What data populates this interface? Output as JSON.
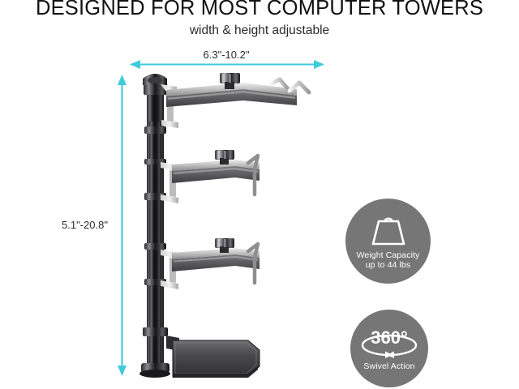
{
  "heading": {
    "title": "DESIGNED FOR MOST COMPUTER TOWERS",
    "subtitle": "width & height adjustable"
  },
  "dimensions": {
    "width": {
      "label": "6.3\"-10.2\"",
      "orientation": "horizontal",
      "arrow_color": "#3fcbdc"
    },
    "height": {
      "label": "5.1\"-20.8\"",
      "orientation": "vertical",
      "arrow_color": "#3fcbdc"
    }
  },
  "product": {
    "name": "adjustable-cpu-tower-mount",
    "colors": {
      "pole": "#1c1c1c",
      "arm_light": "#d8d8d8",
      "arm_mid": "#9a9a9a",
      "arm_dark": "#58585a",
      "base": "#3a3a3c",
      "hook": "#c9c9c9"
    },
    "arms": [
      {
        "name": "top-arm",
        "knob": true,
        "hooks": 2
      },
      {
        "name": "middle-arm",
        "knob": true,
        "hooks": 1
      },
      {
        "name": "bottom-arm",
        "knob": true,
        "hooks": 1
      }
    ],
    "base_plate": "bottom-tray"
  },
  "badges": [
    {
      "id": "weight",
      "icon": "weight-icon",
      "text": "Weight Capacity\nup to 44 lbs",
      "bg": "#767676"
    },
    {
      "id": "swivel",
      "icon": "rotation-icon",
      "value": "360°",
      "text": "Swivel Action",
      "bg": "#767676"
    }
  ]
}
